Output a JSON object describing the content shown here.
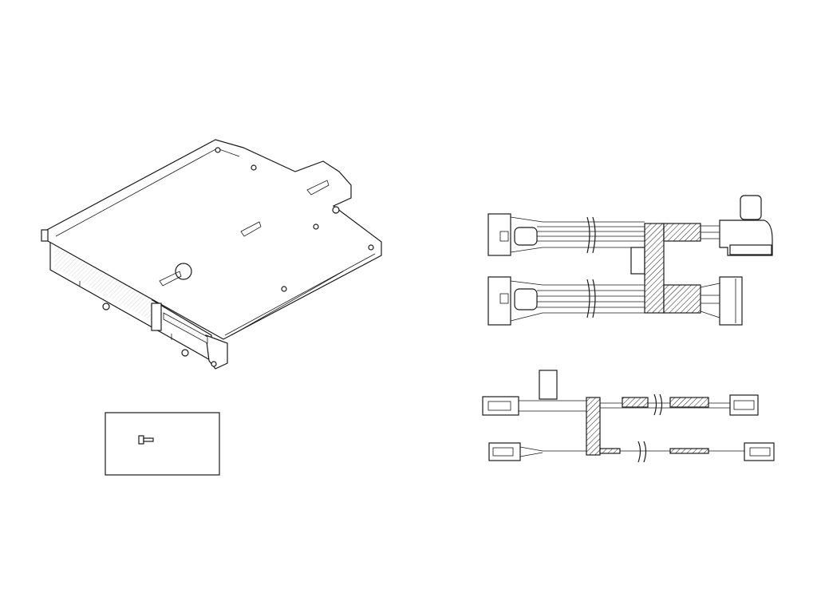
{
  "figure": {
    "parts": [
      {
        "name": "drive-tray-bracket"
      },
      {
        "name": "screw"
      },
      {
        "name": "signal-cable"
      },
      {
        "name": "power-cable"
      }
    ],
    "colors": {
      "line": "#1a1a1a",
      "background": "#ffffff"
    }
  }
}
